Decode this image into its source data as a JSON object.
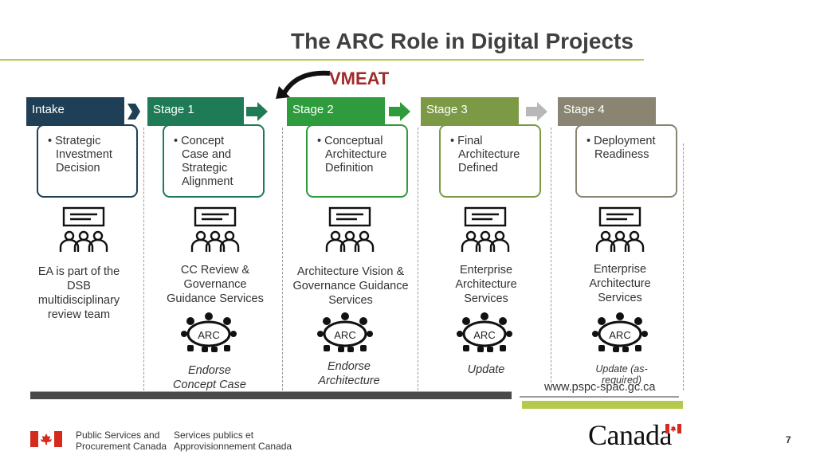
{
  "title": "The ARC Role in Digital Projects",
  "vmeat": "VMEAT",
  "stages": [
    {
      "label": "Intake",
      "color": "#1f3f57",
      "border": "#1f3f57",
      "lines": [
        "• Strategic",
        "Investment",
        "Decision"
      ],
      "service": [
        "EA is part of the",
        "DSB",
        "multidisciplinary",
        "review team"
      ],
      "arc": "",
      "action": []
    },
    {
      "label": "Stage 1",
      "color": "#1f7a56",
      "border": "#1f7a56",
      "lines": [
        "• Concept",
        "Case and",
        "Strategic",
        "Alignment"
      ],
      "service": [
        "CC Review &",
        "Governance",
        "Guidance Services"
      ],
      "arc": "ARC",
      "action": [
        "Endorse",
        "Concept Case"
      ]
    },
    {
      "label": "Stage 2",
      "color": "#2e9b3d",
      "border": "#2e9b3d",
      "lines": [
        "• Conceptual",
        "Architecture",
        "Definition"
      ],
      "service": [
        "Architecture Vision &",
        "Governance Guidance",
        "Services"
      ],
      "arc": "ARC",
      "action": [
        "Endorse",
        "Architecture"
      ]
    },
    {
      "label": "Stage 3",
      "color": "#7c9a46",
      "border": "#7c9a46",
      "lines": [
        "• Final",
        "Architecture",
        "Defined"
      ],
      "service": [
        "Enterprise",
        "Architecture",
        "Services"
      ],
      "arc": "ARC",
      "action": [
        "Update"
      ]
    },
    {
      "label": "Stage 4",
      "color": "#8a8572",
      "border": "#8a8572",
      "lines": [
        "• Deployment",
        "Readiness"
      ],
      "service": [
        "Enterprise",
        "Architecture",
        "Services"
      ],
      "arc": "ARC",
      "action": [
        "Update (as-",
        "required)"
      ]
    }
  ],
  "url": "www.pspc-spac.gc.ca",
  "footer": {
    "dept_en": [
      "Public Services and",
      "Procurement Canada"
    ],
    "dept_fr": [
      "Services publics et",
      "Approvisionnement Canada"
    ],
    "wordmark": "Canada",
    "page_number": "7"
  },
  "colors": {
    "accent_green": "#b5c94c",
    "vmeat_red": "#a02b2b",
    "flag_red": "#d52b1e"
  }
}
